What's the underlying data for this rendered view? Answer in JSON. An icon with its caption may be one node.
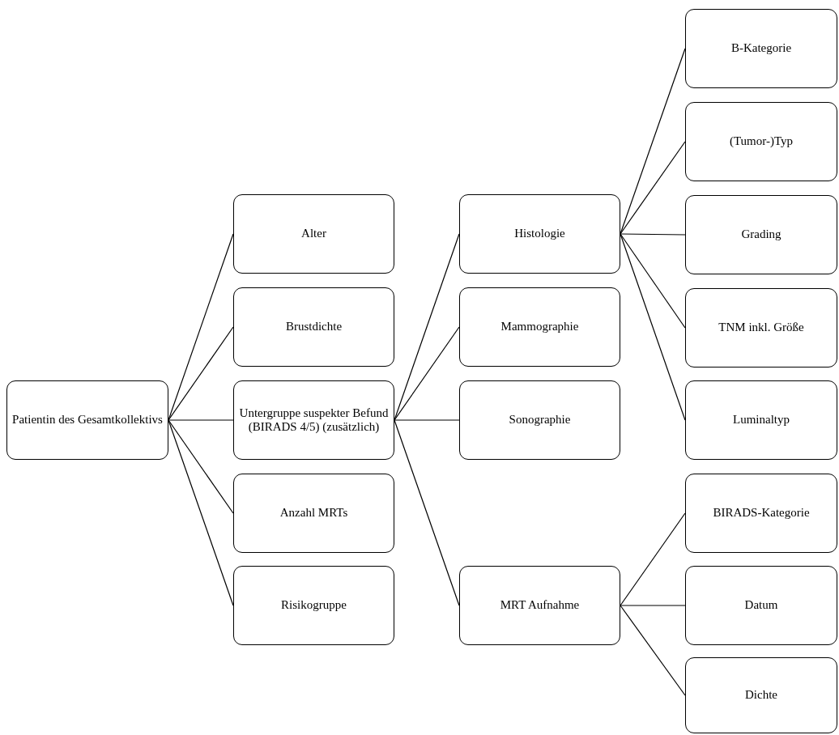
{
  "diagram": {
    "nodes": [
      {
        "text": [
          "Patientin des Gesamtkollektivs"
        ]
      },
      {
        "text": [
          "Alter"
        ]
      },
      {
        "text": [
          "Brustdichte"
        ]
      },
      {
        "text": [
          "Untergruppe suspekter Befund (BIRADS 4/5) (zusätzlich)"
        ]
      },
      {
        "text": [
          "Anzahl MRTs"
        ]
      },
      {
        "text": [
          "Risikogruppe"
        ]
      },
      {
        "text": [
          "Histologie"
        ]
      },
      {
        "text": [
          "Mammographie"
        ]
      },
      {
        "text": [
          "Sonographie"
        ]
      },
      {
        "text": [
          "MRT Aufnahme"
        ]
      },
      {
        "text": [
          "B-Kategorie"
        ]
      },
      {
        "text": [
          "(Tumor-)Typ"
        ]
      },
      {
        "text": [
          "Grading"
        ]
      },
      {
        "text": [
          "TNM inkl. Größe"
        ]
      },
      {
        "text": [
          "Luminaltyp"
        ]
      },
      {
        "text": [
          "BIRADS-Kategorie"
        ]
      },
      {
        "text": [
          "Datum"
        ]
      },
      {
        "text": [
          "Dichte"
        ]
      }
    ],
    "edges": [
      {
        "from": 0,
        "to": 1,
        "arrow": "none"
      },
      {
        "from": 0,
        "to": 2,
        "arrow": "none"
      },
      {
        "from": 0,
        "to": 3,
        "arrow": "none"
      },
      {
        "from": 0,
        "to": 4,
        "arrow": "none"
      },
      {
        "from": 0,
        "to": 5,
        "arrow": "none"
      },
      {
        "from": 3,
        "to": 6,
        "arrow": "none"
      },
      {
        "from": 3,
        "to": 7,
        "arrow": "none"
      },
      {
        "from": 3,
        "to": 8,
        "arrow": "none"
      },
      {
        "from": 3,
        "to": 9,
        "arrow": "none"
      },
      {
        "from": 6,
        "to": 10,
        "arrow": "none"
      },
      {
        "from": 6,
        "to": 11,
        "arrow": "none"
      },
      {
        "from": 6,
        "to": 12,
        "arrow": "none"
      },
      {
        "from": 6,
        "to": 13,
        "arrow": "none"
      },
      {
        "from": 6,
        "to": 14,
        "arrow": "none"
      },
      {
        "from": 9,
        "to": 15,
        "arrow": "none"
      },
      {
        "from": 9,
        "to": 16,
        "arrow": "none"
      },
      {
        "from": 9,
        "to": 17,
        "arrow": "none"
      }
    ]
  }
}
